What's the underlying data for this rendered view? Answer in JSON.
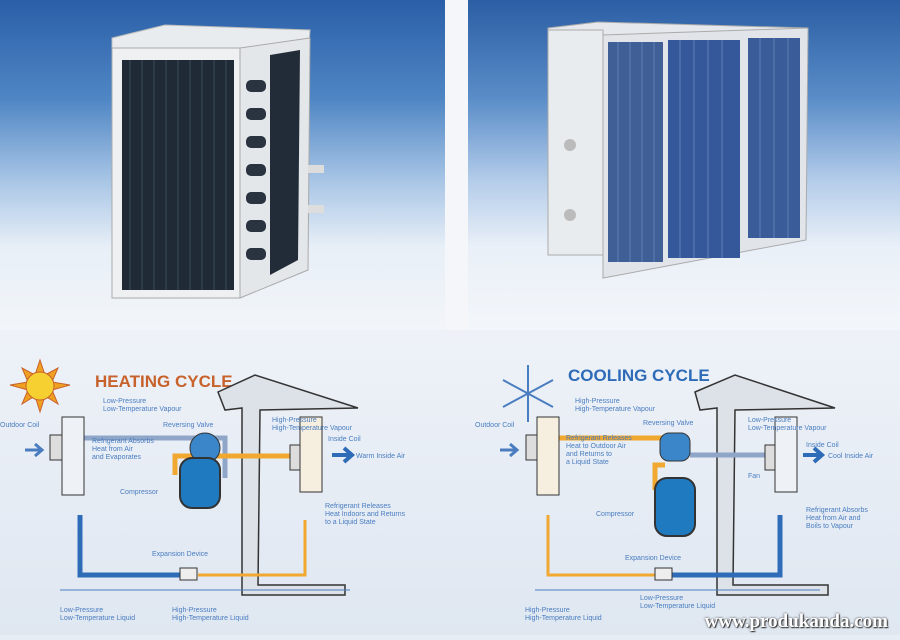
{
  "heating": {
    "title": "HEATING CYCLE",
    "low_vapour_1": "Low-Pressure",
    "low_vapour_2": "Low-Temperature Vapour",
    "reversing_valve": "Reversing Valve",
    "outdoor_coil": "Outdoor Coil",
    "absorb_1": "Refrigerant Absorbs",
    "absorb_2": "Heat from Air",
    "absorb_3": "and Evaporates",
    "compressor": "Compressor",
    "high_vapour_1": "High-Pressure",
    "high_vapour_2": "High-Temperature Vapour",
    "inside_coil": "Inside Coil",
    "warm_air": "Warm Inside Air",
    "release_1": "Refrigerant Releases",
    "release_2": "Heat Indoors and Returns",
    "release_3": "to a Liquid State",
    "expansion": "Expansion Device",
    "low_liquid_1": "Low-Pressure",
    "low_liquid_2": "Low-Temperature Liquid",
    "high_liquid_1": "High-Pressure",
    "high_liquid_2": "High-Temperature Liquid"
  },
  "cooling": {
    "title": "COOLING CYCLE",
    "high_vapour_1": "High-Pressure",
    "high_vapour_2": "High-Temperature Vapour",
    "reversing_valve": "Reversing Valve",
    "outdoor_coil": "Outdoor Coil",
    "release_1": "Refrigerant Releases",
    "release_2": "Heat to Outdoor Air",
    "release_3": "and Returns to",
    "release_4": "a Liquid State",
    "compressor": "Compressor",
    "low_vapour_1": "Low-Pressure",
    "low_vapour_2": "Low-Temperature Vapour",
    "inside_coil": "Inside Coil",
    "fan": "Fan",
    "cool_air": "Cool Inside Air",
    "absorb_1": "Refrigerant Absorbs",
    "absorb_2": "Heat from Air and",
    "absorb_3": "Boils to Vapour",
    "expansion": "Expansion Device",
    "high_liquid_1": "High-Pressure",
    "high_liquid_2": "High-Temperature Liquid",
    "low_liquid_1": "Low-Pressure",
    "low_liquid_2": "Low-Temperature Liquid"
  },
  "watermark": "www.produkanda.com",
  "colors": {
    "hot": "#f0a830",
    "cold": "#2f6cb8",
    "vapour_low": "#8fa6c8"
  }
}
